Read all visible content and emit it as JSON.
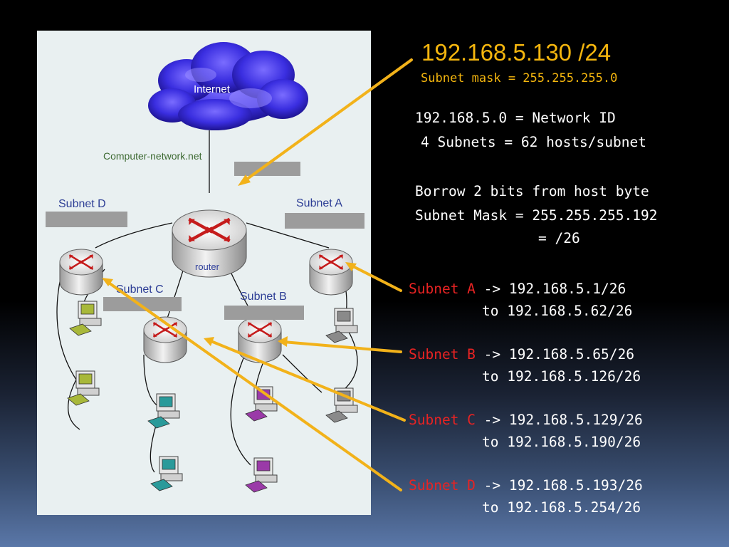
{
  "header": {
    "ip_address": "192.168.5.130 /24",
    "subnet_mask_line": "Subnet mask = 255.255.255.0"
  },
  "info": {
    "network_id": "192.168.5.0 = Network ID",
    "subnets_hosts": "4 Subnets = 62 hosts/subnet",
    "borrow_bits": "Borrow 2 bits from host byte",
    "subnet_mask": "Subnet Mask = 255.255.255.192",
    "cidr": "= /26"
  },
  "subnets": [
    {
      "name": "Subnet A",
      "range_start": "-> 192.168.5.1/26",
      "range_end": "to 192.168.5.62/26"
    },
    {
      "name": "Subnet B",
      "range_start": "-> 192.168.5.65/26",
      "range_end": "to 192.168.5.126/26"
    },
    {
      "name": "Subnet C",
      "range_start": "-> 192.168.5.129/26",
      "range_end": "to 192.168.5.190/26"
    },
    {
      "name": "Subnet D",
      "range_start": "-> 192.168.5.193/26",
      "range_end": "to 192.168.5.254/26"
    }
  ],
  "diagram": {
    "cloud_label": "Internet",
    "site_label": "Computer-network.net",
    "router_label": "router",
    "subnet_labels": [
      "Subnet D",
      "Subnet A",
      "Subnet C",
      "Subnet B"
    ]
  },
  "colors": {
    "accent_orange": "#f5b60e",
    "subnet_red": "#e82323",
    "arrow_color": "#f2b21a"
  }
}
